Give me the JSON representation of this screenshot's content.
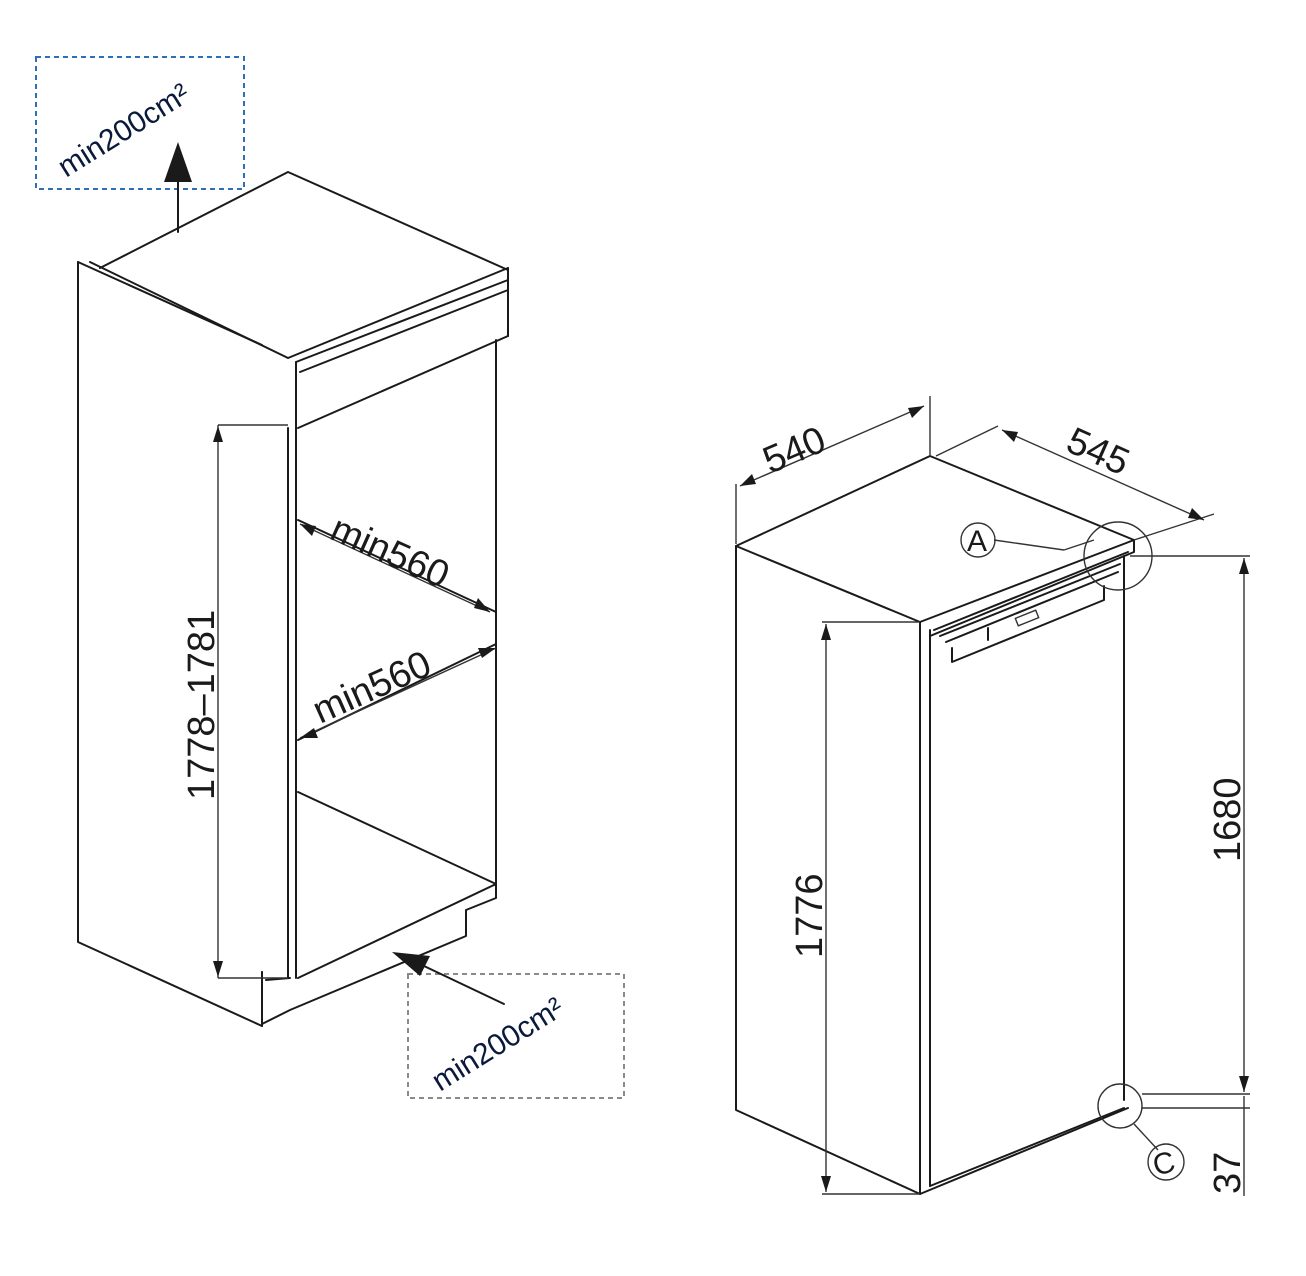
{
  "vent_labels": {
    "top": "min200cm²",
    "bottom": "min200cm²"
  },
  "niche": {
    "height": "1778–1781",
    "depth_upper": "min560",
    "depth_lower": "min560"
  },
  "appliance": {
    "width": "540",
    "depth": "545",
    "height": "1776",
    "door_height": "1680",
    "base_height": "37",
    "callout_a": "A",
    "callout_c": "C"
  },
  "colors": {
    "line": "#1a1a1a",
    "vent_box_top": "#2f6fb6",
    "vent_box_bottom": "#8a8a8a",
    "vent_text": "#0a1a3a"
  }
}
